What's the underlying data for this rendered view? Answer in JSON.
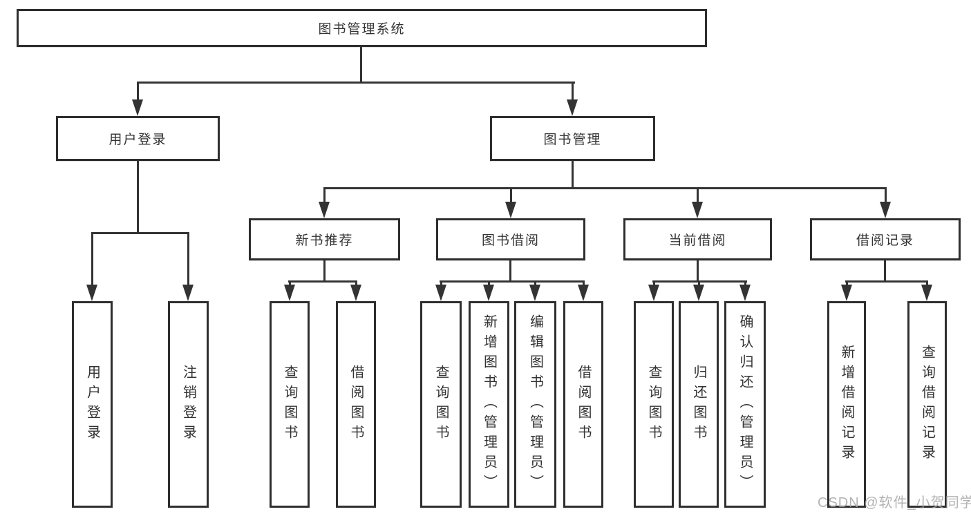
{
  "diagram": {
    "root": "图书管理系统",
    "level2": {
      "user_login": "用户登录",
      "book_management": "图书管理"
    },
    "level3": {
      "new_book_recommendation": "新书推荐",
      "book_borrowing": "图书借阅",
      "current_borrowing": "当前借阅",
      "borrowing_records": "借阅记录"
    },
    "leaves": {
      "user_login": [
        "用户登录",
        "注销登录"
      ],
      "new_book_recommendation": [
        "查询图书",
        "借阅图书"
      ],
      "book_borrowing": [
        "查询图书",
        "新增图书（管理员）",
        "编辑图书（管理员）",
        "借阅图书"
      ],
      "current_borrowing": [
        "查询图书",
        "归还图书",
        "确认归还（管理员）"
      ],
      "borrowing_records": [
        "新增借阅记录",
        "查询借阅记录"
      ]
    }
  },
  "watermark": "CSDN @软件_小贺同学",
  "colors": {
    "line": "#333333",
    "box_border": "#2e2e2e",
    "box_fill": "#ffffff",
    "text": "#333333",
    "watermark": "#a5a5a5"
  }
}
